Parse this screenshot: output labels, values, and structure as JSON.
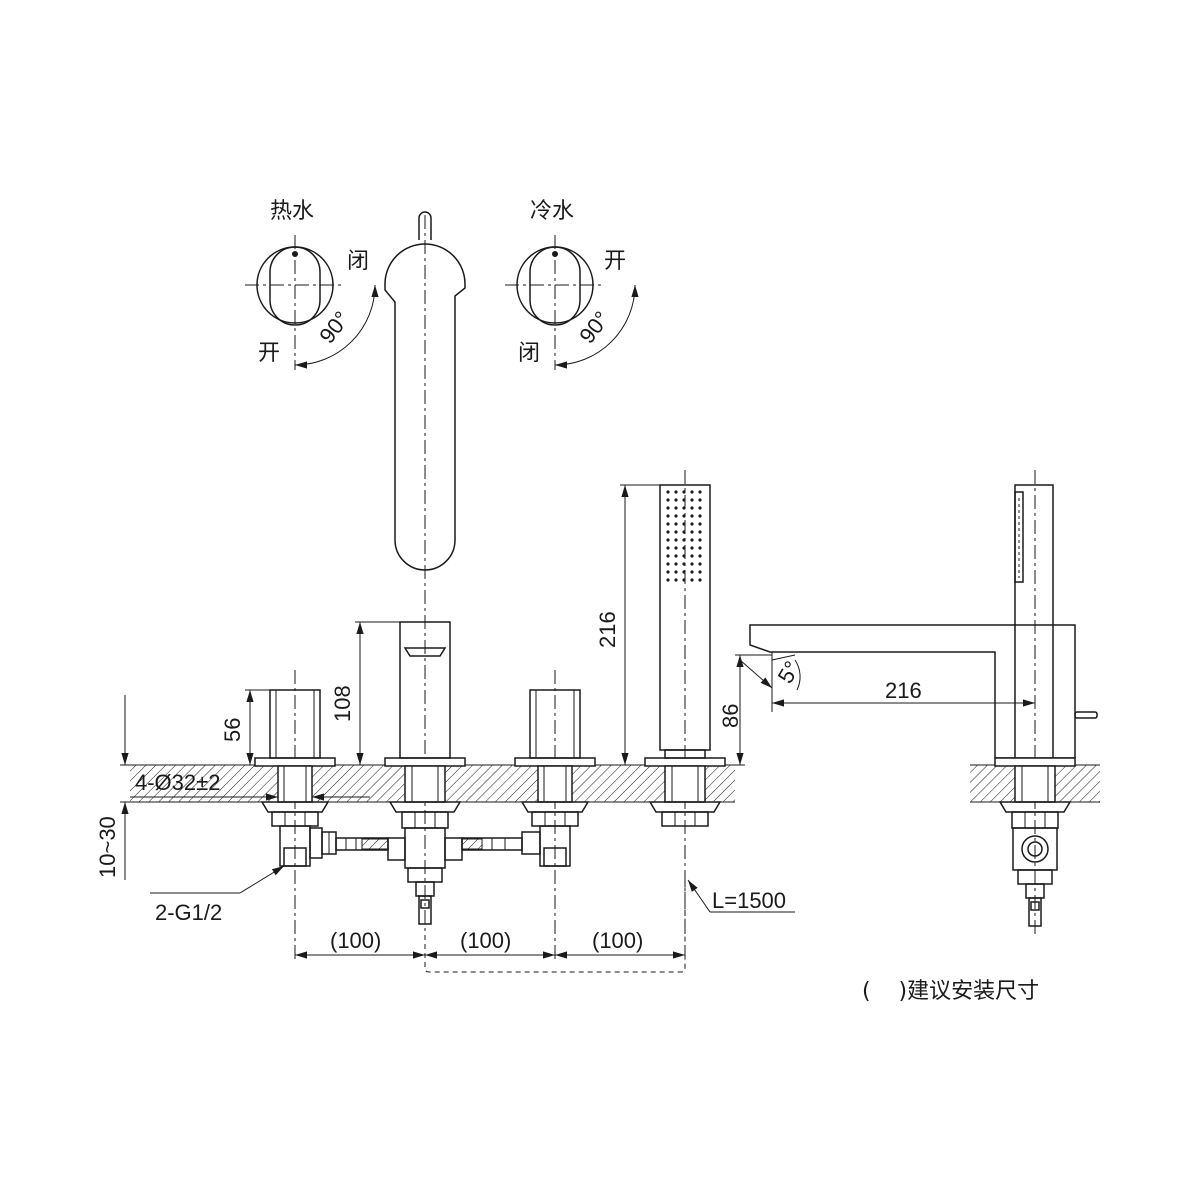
{
  "labels": {
    "hot_water": "热水",
    "cold_water": "冷水",
    "close": "闭",
    "open": "开",
    "angle": "90°",
    "spout_angle": "5°"
  },
  "dimensions": {
    "handle_height": "56",
    "spout_height": "108",
    "hand_shower_height": "216",
    "spout_reach": "216",
    "spout_outlet_height": "86",
    "hole_diameter": "4-Ø32±2",
    "deck_thickness": "10~30",
    "inlet_thread": "2-G1/2",
    "spacing": "(100)",
    "hose_length": "L=1500"
  },
  "note": "(    )建议安装尺寸"
}
